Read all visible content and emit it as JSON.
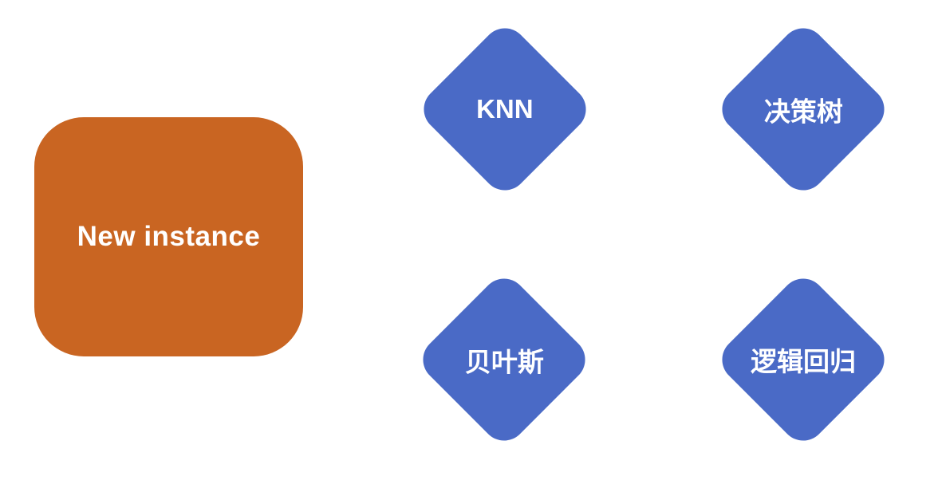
{
  "colors": {
    "instance_fill": "#C96522",
    "algorithm_fill": "#4A6AC6",
    "label_text": "#FFFFFF",
    "background": "#FFFFFF"
  },
  "instance_node": {
    "label": "New instance"
  },
  "algorithm_nodes": [
    {
      "id": "knn",
      "label": "KNN"
    },
    {
      "id": "decision-tree",
      "label": "决策树"
    },
    {
      "id": "bayes",
      "label": "贝叶斯"
    },
    {
      "id": "logistic-regression",
      "label": "逻辑回归"
    }
  ]
}
